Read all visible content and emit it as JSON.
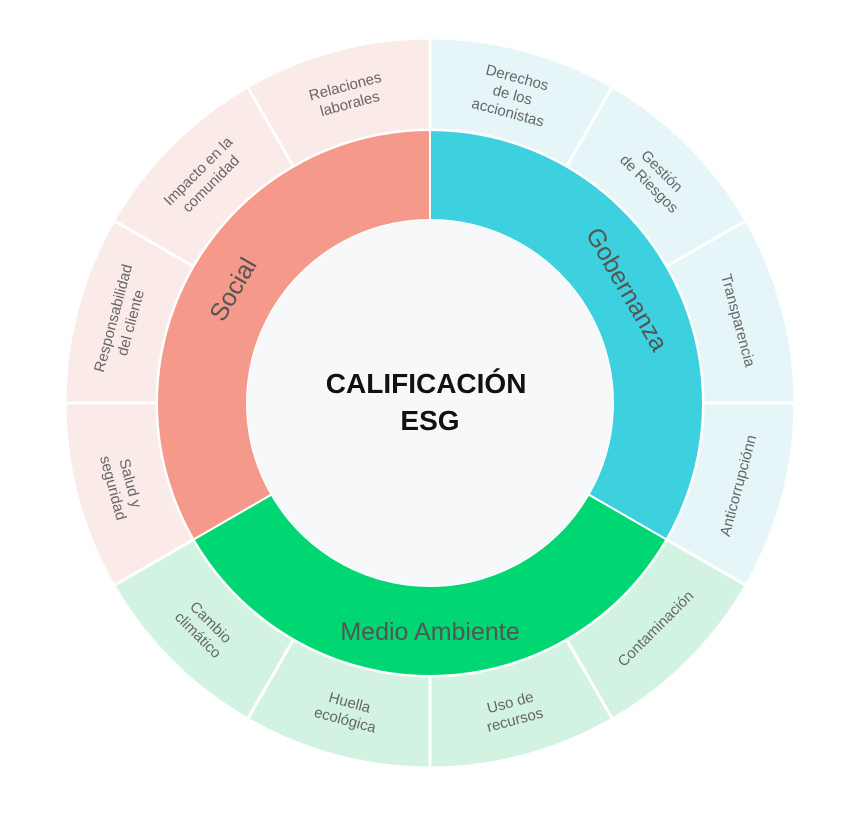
{
  "center": {
    "lines": [
      "CALIFICACIÓN",
      "ESG"
    ]
  },
  "colors": {
    "background": "#ffffff",
    "center_fill": "#f7f8fa",
    "divider": "#ffffff",
    "gobernanza": "#3dd1df",
    "gobernanza_light": "#e6f6f8",
    "medio_ambiente": "#00d672",
    "medio_ambiente_light": "#d2f3e1",
    "social": "#f5998b",
    "social_light": "#faeae8"
  },
  "pillars": [
    {
      "id": "gobernanza",
      "label": "Gobernanza",
      "color_key": "gobernanza",
      "light_key": "gobernanza_light",
      "items": [
        {
          "lines": [
            "Derechos",
            "de los",
            "accionistas"
          ]
        },
        {
          "lines": [
            "Gestión",
            "de Riesgos"
          ]
        },
        {
          "lines": [
            "Transparencia"
          ]
        },
        {
          "lines": [
            "Anticorrupciónn"
          ]
        }
      ]
    },
    {
      "id": "medio-ambiente",
      "label": "Medio Ambiente",
      "color_key": "medio_ambiente",
      "light_key": "medio_ambiente_light",
      "items": [
        {
          "lines": [
            "Contaminación"
          ]
        },
        {
          "lines": [
            "Uso de",
            "recursos"
          ]
        },
        {
          "lines": [
            "Huella",
            "ecológica"
          ]
        },
        {
          "lines": [
            "Cambio",
            "climático"
          ]
        }
      ]
    },
    {
      "id": "social",
      "label": "Social",
      "color_key": "social",
      "light_key": "social_light",
      "items": [
        {
          "lines": [
            "Salud y",
            "seguridad"
          ]
        },
        {
          "lines": [
            "Responsabilidad",
            "del cliente"
          ]
        },
        {
          "lines": [
            "Impacto en la",
            "comunidad"
          ]
        },
        {
          "lines": [
            "Relaciones",
            "laborales"
          ]
        }
      ]
    }
  ]
}
